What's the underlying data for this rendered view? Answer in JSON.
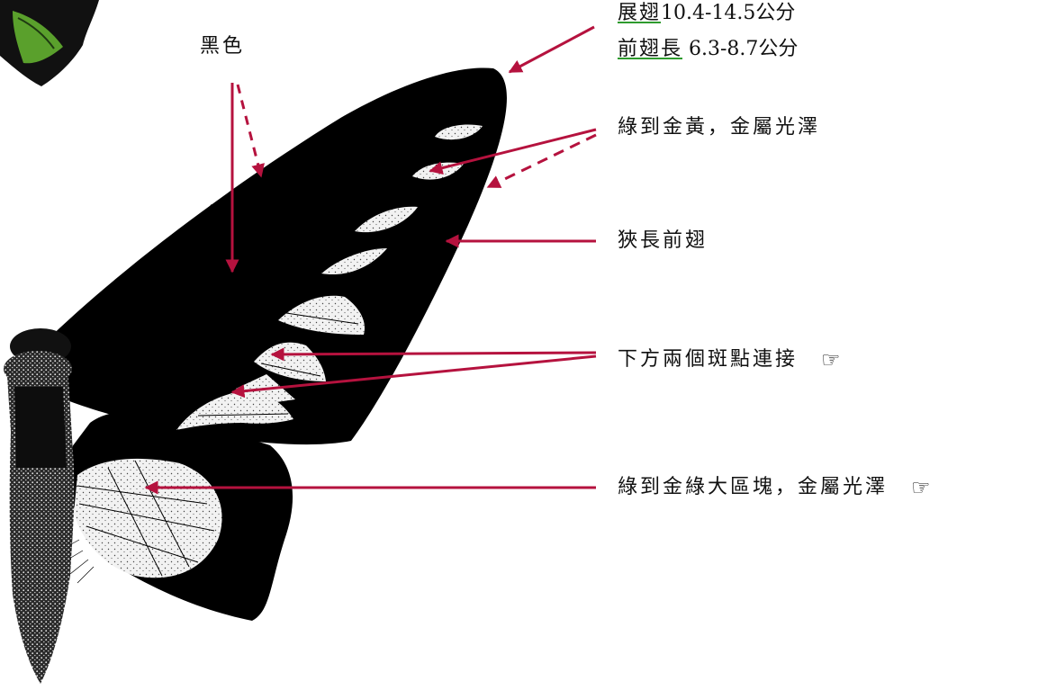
{
  "labels": {
    "black": "黑色",
    "wingspan_term": "展翅",
    "wingspan_value": "10.4-14.5公分",
    "forewing_term": "前翅長",
    "forewing_value": " 6.3-8.7公分",
    "green_gold": "綠到金黃，金屬光澤",
    "narrow_forewing": "狹長前翅",
    "lower_spots": "下方兩個斑點連接",
    "green_patch": "綠到金綠大區塊，金屬光澤"
  },
  "icons": {
    "pointer_1": "pointing-hand-icon",
    "pointer_2": "pointing-hand-icon",
    "pointer_glyph": "☞"
  },
  "colors": {
    "arrow": "#b5123e",
    "wing": "#000000",
    "spot": "#f4f4f4",
    "underline": "#2e9a2e",
    "thumbnail_green": "#5aa02c"
  }
}
